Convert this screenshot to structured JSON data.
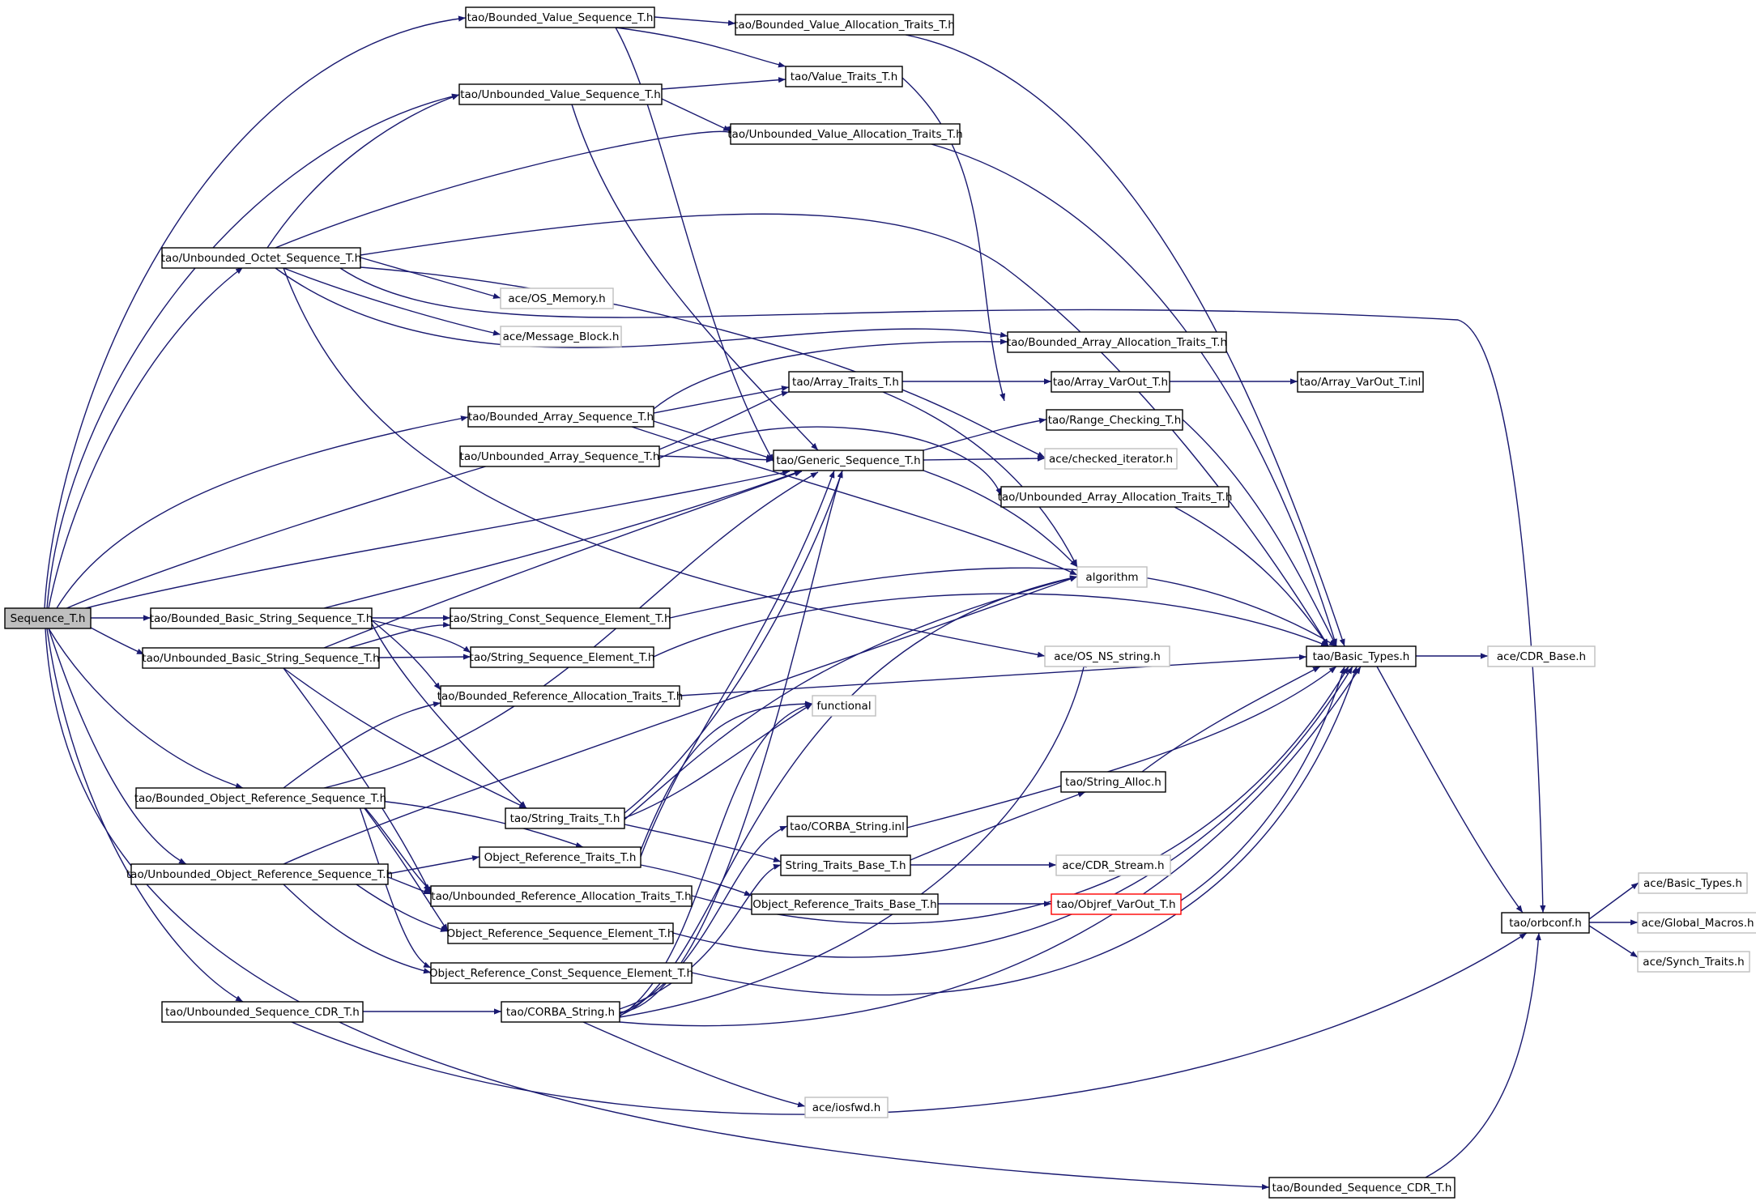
{
  "colors": {
    "edge": "#191970",
    "node_border": "#000000",
    "external_border": "#bfbfbf",
    "incomplete_border": "#ff0000",
    "root_fill": "#bfbfbf",
    "node_fill": "#ffffff"
  },
  "nodes": [
    {
      "id": "sequence",
      "label": "Sequence_T.h",
      "kind": "root"
    },
    {
      "id": "bvs",
      "label": "tao/Bounded_Value_Sequence_T.h",
      "kind": "doc"
    },
    {
      "id": "bvat",
      "label": "tao/Bounded_Value_Allocation_Traits_T.h",
      "kind": "doc"
    },
    {
      "id": "vt",
      "label": "tao/Value_Traits_T.h",
      "kind": "doc"
    },
    {
      "id": "uvs",
      "label": "tao/Unbounded_Value_Sequence_T.h",
      "kind": "doc"
    },
    {
      "id": "uvat",
      "label": "tao/Unbounded_Value_Allocation_Traits_T.h",
      "kind": "doc"
    },
    {
      "id": "uos",
      "label": "tao/Unbounded_Octet_Sequence_T.h",
      "kind": "doc"
    },
    {
      "id": "osmem",
      "label": "ace/OS_Memory.h",
      "kind": "external"
    },
    {
      "id": "msgblk",
      "label": "ace/Message_Block.h",
      "kind": "external"
    },
    {
      "id": "baat",
      "label": "tao/Bounded_Array_Allocation_Traits_T.h",
      "kind": "doc"
    },
    {
      "id": "at",
      "label": "tao/Array_Traits_T.h",
      "kind": "doc"
    },
    {
      "id": "avo",
      "label": "tao/Array_VarOut_T.h",
      "kind": "doc"
    },
    {
      "id": "avoinl",
      "label": "tao/Array_VarOut_T.inl",
      "kind": "doc"
    },
    {
      "id": "bas",
      "label": "tao/Bounded_Array_Sequence_T.h",
      "kind": "doc"
    },
    {
      "id": "rc",
      "label": "tao/Range_Checking_T.h",
      "kind": "doc"
    },
    {
      "id": "uas",
      "label": "tao/Unbounded_Array_Sequence_T.h",
      "kind": "doc"
    },
    {
      "id": "gs",
      "label": "tao/Generic_Sequence_T.h",
      "kind": "doc"
    },
    {
      "id": "chk",
      "label": "ace/checked_iterator.h",
      "kind": "external"
    },
    {
      "id": "uaat",
      "label": "tao/Unbounded_Array_Allocation_Traits_T.h",
      "kind": "doc"
    },
    {
      "id": "alg",
      "label": "algorithm",
      "kind": "external"
    },
    {
      "id": "bbss",
      "label": "tao/Bounded_Basic_String_Sequence_T.h",
      "kind": "doc"
    },
    {
      "id": "scse",
      "label": "tao/String_Const_Sequence_Element_T.h",
      "kind": "doc"
    },
    {
      "id": "ubss",
      "label": "tao/Unbounded_Basic_String_Sequence_T.h",
      "kind": "doc"
    },
    {
      "id": "sse",
      "label": "tao/String_Sequence_Element_T.h",
      "kind": "doc"
    },
    {
      "id": "osns",
      "label": "ace/OS_NS_string.h",
      "kind": "external"
    },
    {
      "id": "bt",
      "label": "tao/Basic_Types.h",
      "kind": "doc"
    },
    {
      "id": "cdrbase",
      "label": "ace/CDR_Base.h",
      "kind": "external"
    },
    {
      "id": "brat",
      "label": "tao/Bounded_Reference_Allocation_Traits_T.h",
      "kind": "doc"
    },
    {
      "id": "func",
      "label": "functional",
      "kind": "external"
    },
    {
      "id": "salloc",
      "label": "tao/String_Alloc.h",
      "kind": "doc"
    },
    {
      "id": "bors",
      "label": "tao/Bounded_Object_Reference_Sequence_T.h",
      "kind": "doc"
    },
    {
      "id": "st",
      "label": "tao/String_Traits_T.h",
      "kind": "doc"
    },
    {
      "id": "csinl",
      "label": "tao/CORBA_String.inl",
      "kind": "doc"
    },
    {
      "id": "uors",
      "label": "tao/Unbounded_Object_Reference_Sequence_T.h",
      "kind": "doc"
    },
    {
      "id": "ort",
      "label": "Object_Reference_Traits_T.h",
      "kind": "doc"
    },
    {
      "id": "stb",
      "label": "String_Traits_Base_T.h",
      "kind": "doc"
    },
    {
      "id": "cdrs",
      "label": "ace/CDR_Stream.h",
      "kind": "external"
    },
    {
      "id": "urat",
      "label": "tao/Unbounded_Reference_Allocation_Traits_T.h",
      "kind": "doc"
    },
    {
      "id": "ortb",
      "label": "Object_Reference_Traits_Base_T.h",
      "kind": "doc"
    },
    {
      "id": "objref",
      "label": "tao/Objref_VarOut_T.h",
      "kind": "incomplete"
    },
    {
      "id": "orse",
      "label": "Object_Reference_Sequence_Element_T.h",
      "kind": "doc"
    },
    {
      "id": "orbconf",
      "label": "tao/orbconf.h",
      "kind": "doc"
    },
    {
      "id": "acebt",
      "label": "ace/Basic_Types.h",
      "kind": "external"
    },
    {
      "id": "acegm",
      "label": "ace/Global_Macros.h",
      "kind": "external"
    },
    {
      "id": "acest",
      "label": "ace/Synch_Traits.h",
      "kind": "external"
    },
    {
      "id": "orcse",
      "label": "Object_Reference_Const_Sequence_Element_T.h",
      "kind": "doc"
    },
    {
      "id": "uscdr",
      "label": "tao/Unbounded_Sequence_CDR_T.h",
      "kind": "doc"
    },
    {
      "id": "cs",
      "label": "tao/CORBA_String.h",
      "kind": "doc"
    },
    {
      "id": "iosfwd",
      "label": "ace/iosfwd.h",
      "kind": "external"
    },
    {
      "id": "bscdr",
      "label": "tao/Bounded_Sequence_CDR_T.h",
      "kind": "doc"
    }
  ]
}
